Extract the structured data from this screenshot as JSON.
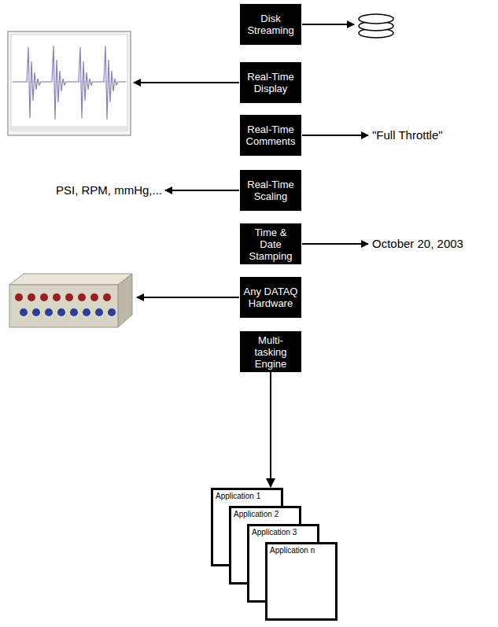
{
  "diagram": {
    "nodes": [
      {
        "text": [
          "Disk Streaming"
        ]
      },
      {
        "text": [
          "Real-Time Display"
        ]
      },
      {
        "text": [
          "Real-Time Comments"
        ]
      },
      {
        "text": [
          "Real-Time Scaling"
        ]
      },
      {
        "text": [
          "Time & Date Stamping"
        ]
      },
      {
        "text": [
          "Any DATAQ Hardware"
        ]
      },
      {
        "text": [
          "Multi-tasking Engine"
        ]
      },
      {
        "text": [
          "Application 1"
        ]
      },
      {
        "text": [
          "Application 2"
        ]
      },
      {
        "text": [
          "Application 3"
        ]
      },
      {
        "text": [
          "Application n"
        ]
      }
    ],
    "edges": [
      {
        "from": 6,
        "to": 7,
        "arrow": "to"
      }
    ],
    "labels": [
      "\"Full Throttle\"",
      "PSI, RPM, mmHg,...",
      "October 20, 2003"
    ]
  }
}
